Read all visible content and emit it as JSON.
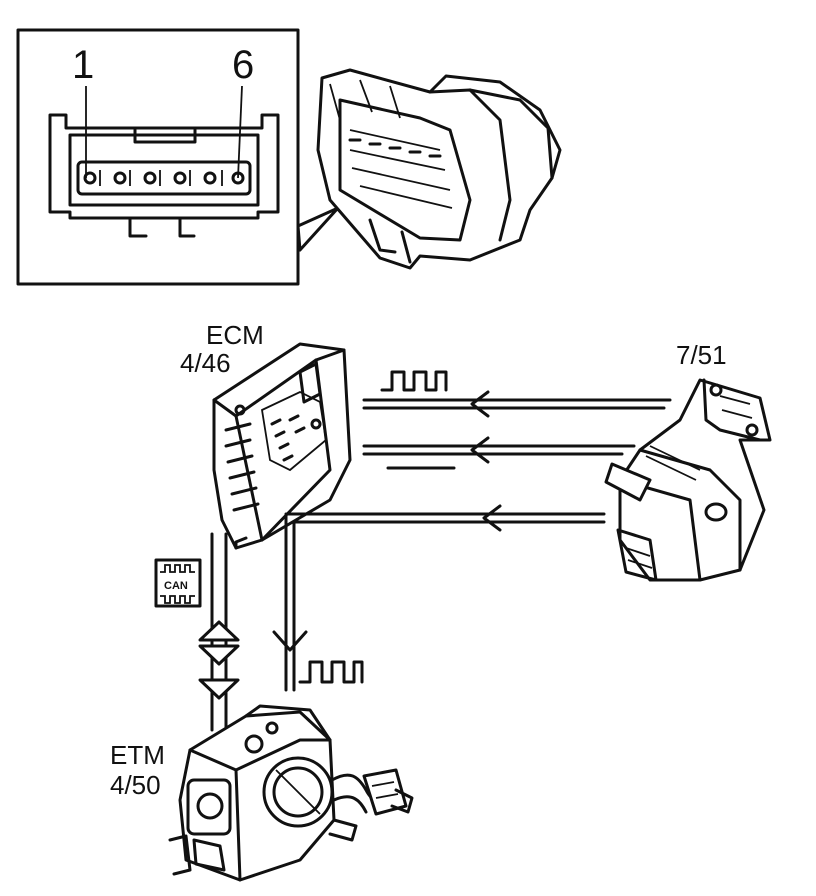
{
  "inset": {
    "pin_first": "1",
    "pin_last": "6"
  },
  "ecm": {
    "name": "ECM",
    "code": "4/46"
  },
  "sensor": {
    "code": "7/51"
  },
  "etm": {
    "name": "ETM",
    "code": "4/50"
  },
  "can_badge": {
    "text": "CAN"
  },
  "colors": {
    "ink": "#111111",
    "paper": "#ffffff"
  }
}
